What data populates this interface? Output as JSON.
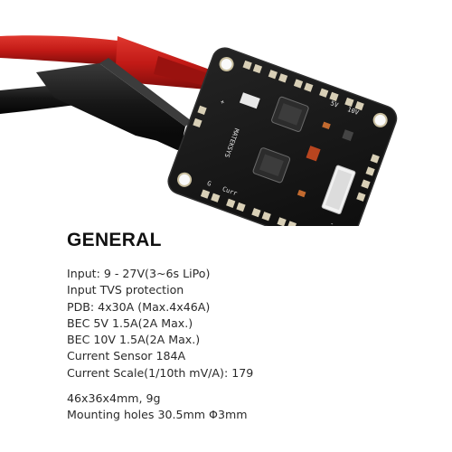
{
  "photo": {
    "subject": "flight-controller-power-distribution-board",
    "colors": {
      "board": "#151515",
      "pads": "#d8cfb6",
      "wire_red": "#c21a16",
      "wire_black": "#1a1a1a",
      "clip": "#111111"
    },
    "silkscreen": {
      "logo": "MATEKSYS",
      "label_5v": "5V",
      "label_10v": "10V",
      "label_curr": "Curr",
      "label_g": "G",
      "label_plus": "+",
      "label_minus": "-"
    }
  },
  "content": {
    "heading": "GENERAL",
    "specs": [
      "Input: 9 - 27V(3~6s LiPo)",
      "Input TVS protection",
      "PDB: 4x30A (Max.4x46A)",
      "BEC 5V 1.5A(2A Max.)",
      "BEC 10V 1.5A(2A Max.)",
      "Current Sensor 184A",
      "Current Scale(1/10th mV/A): 179"
    ],
    "physical": [
      "46x36x4mm, 9g",
      "Mounting holes 30.5mm Φ3mm"
    ]
  }
}
